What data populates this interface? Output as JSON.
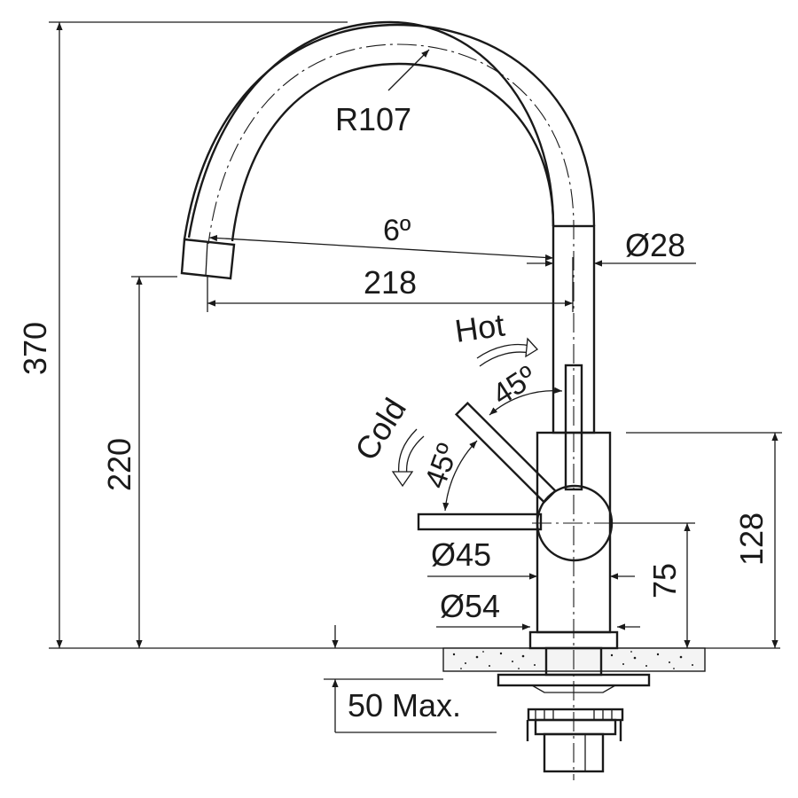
{
  "diagram": {
    "dimensions": {
      "total_height": "370",
      "spout_height": "220",
      "radius": "R107",
      "spout_angle": "6º",
      "reach": "218",
      "spout_diameter": "Ø28",
      "body_height": "128",
      "lever_axis_height": "75",
      "lever_diameter": "Ø45",
      "base_diameter": "Ø54",
      "max_thickness": "50 Max."
    },
    "lever": {
      "hot_label": "Hot",
      "cold_label": "Cold",
      "hot_angle": "45º",
      "cold_angle": "45º"
    }
  }
}
